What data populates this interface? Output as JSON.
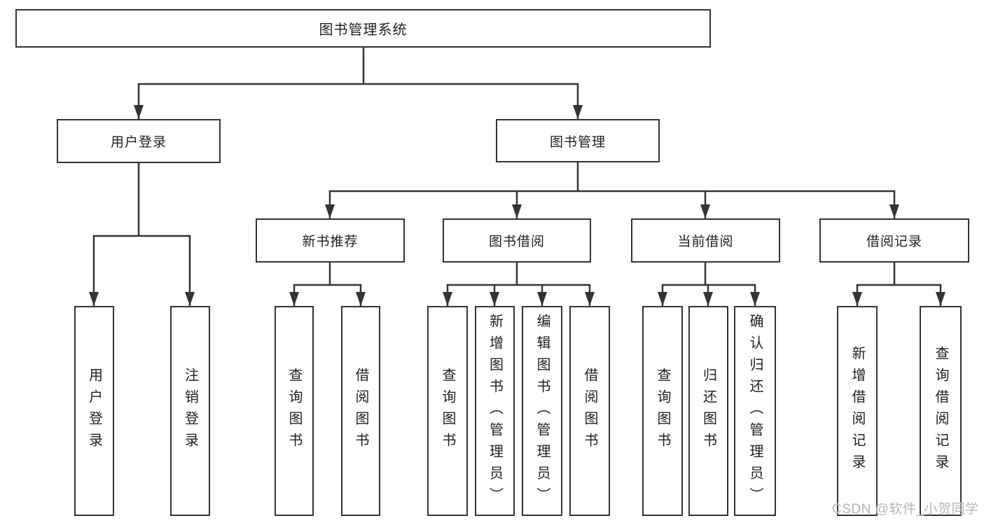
{
  "nodes": {
    "root": "图书管理系统",
    "level2": [
      {
        "label": "用户登录"
      },
      {
        "label": "图书管理"
      }
    ],
    "level3": [
      {
        "label": "新书推荐",
        "parent": "图书管理"
      },
      {
        "label": "图书借阅",
        "parent": "图书管理"
      },
      {
        "label": "当前借阅",
        "parent": "图书管理"
      },
      {
        "label": "借阅记录",
        "parent": "图书管理"
      }
    ],
    "leaves": [
      {
        "label": "用户登录",
        "parent": "用户登录"
      },
      {
        "label": "注销登录",
        "parent": "用户登录"
      },
      {
        "label": "查询图书",
        "parent": "新书推荐"
      },
      {
        "label": "借阅图书",
        "parent": "新书推荐"
      },
      {
        "label": "查询图书",
        "parent": "图书借阅"
      },
      {
        "label": "新增图书（管理员）",
        "parent": "图书借阅"
      },
      {
        "label": "编辑图书（管理员）",
        "parent": "图书借阅"
      },
      {
        "label": "借阅图书",
        "parent": "图书借阅"
      },
      {
        "label": "查询图书",
        "parent": "当前借阅"
      },
      {
        "label": "归还图书",
        "parent": "当前借阅"
      },
      {
        "label": "确认归还（管理员）",
        "parent": "当前借阅"
      },
      {
        "label": "新增借阅记录",
        "parent": "借阅记录"
      },
      {
        "label": "查询借阅记录",
        "parent": "借阅记录"
      }
    ]
  },
  "watermark": {
    "text": "CSDN @软件_小贺同学"
  },
  "colors": {
    "line": "#333333",
    "box_border": "#333333",
    "box_fill": "#ffffff",
    "text": "#1f1f1f",
    "watermark": "#b5b5b5",
    "background": "#ffffff"
  }
}
